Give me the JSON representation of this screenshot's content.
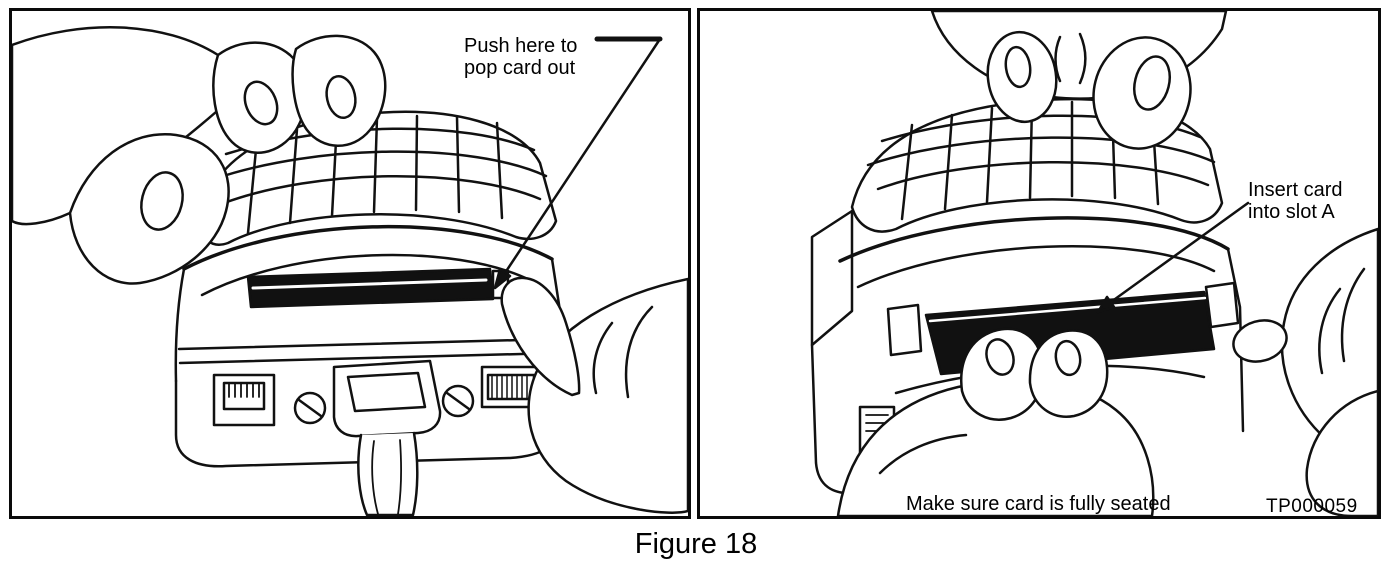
{
  "figure": {
    "caption": "Figure 18"
  },
  "panels": {
    "left": {
      "annotation": [
        "Push here to",
        "pop card out"
      ]
    },
    "right": {
      "annotation": [
        "Insert card",
        "into slot A"
      ],
      "note": "Make sure card is fully seated",
      "code": "TP000059"
    }
  },
  "colors": {
    "ink": "#111111",
    "card_fill": "#111111",
    "paper": "#ffffff"
  }
}
